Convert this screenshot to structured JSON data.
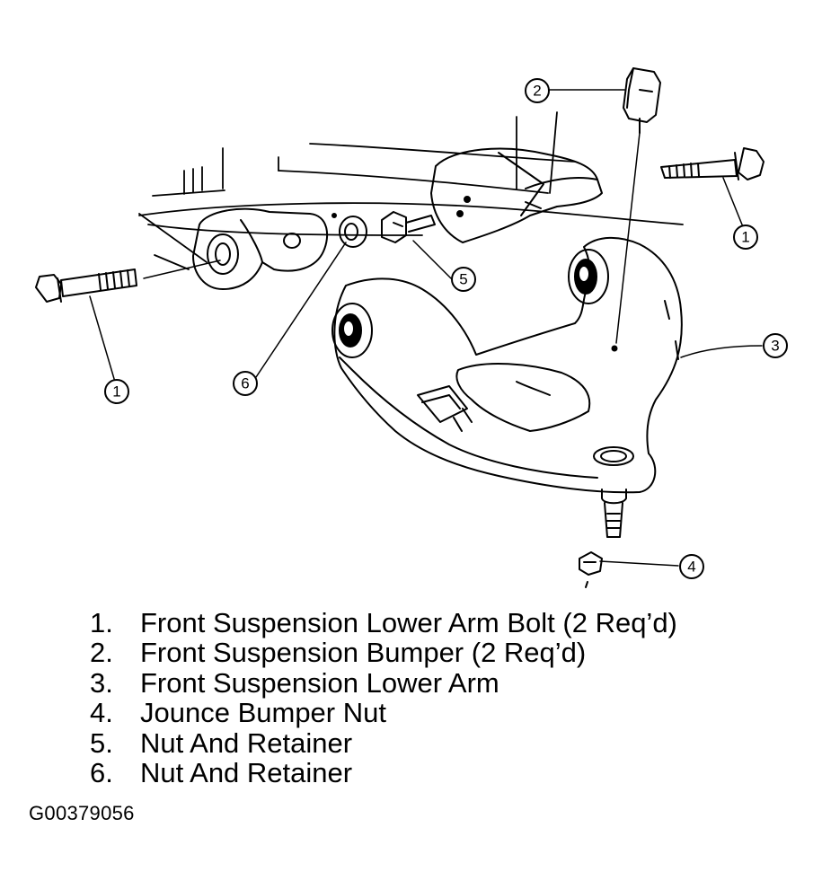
{
  "callouts": [
    {
      "number": "1"
    },
    {
      "number": "1"
    },
    {
      "number": "2"
    },
    {
      "number": "3"
    },
    {
      "number": "4"
    },
    {
      "number": "5"
    },
    {
      "number": "6"
    }
  ],
  "legend": [
    {
      "number": "1.",
      "text": "Front Suspension Lower Arm Bolt (2 Req’d)"
    },
    {
      "number": "2.",
      "text": "Front Suspension Bumper (2 Req’d)"
    },
    {
      "number": "3.",
      "text": "Front Suspension Lower Arm"
    },
    {
      "number": "4.",
      "text": "Jounce Bumper Nut"
    },
    {
      "number": "5.",
      "text": "Nut And Retainer"
    },
    {
      "number": "6.",
      "text": "Nut And Retainer"
    }
  ],
  "figure_id": "G00379056"
}
